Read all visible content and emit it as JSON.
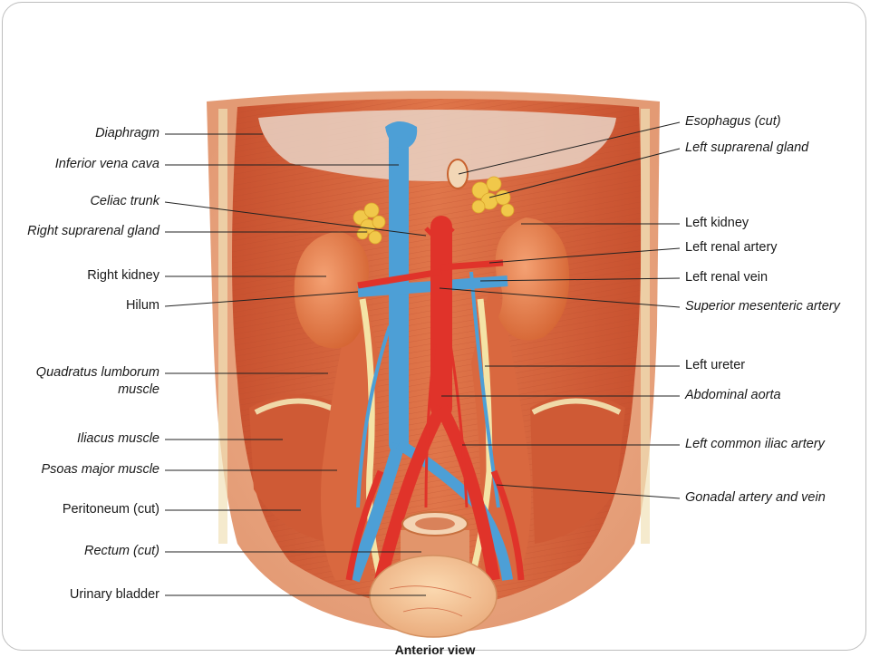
{
  "labels_left": [
    {
      "text": "Diaphragm",
      "italic": true
    },
    {
      "text": "Inferior vena cava",
      "italic": true
    },
    {
      "text": "Celiac trunk",
      "italic": true
    },
    {
      "text": "Right suprarenal gland",
      "italic": true
    },
    {
      "text": "Right kidney",
      "italic": false
    },
    {
      "text": "Hilum",
      "italic": false
    },
    {
      "text": "Quadratus lumborum",
      "italic": true
    },
    {
      "text": "muscle",
      "italic": true
    },
    {
      "text": "Iliacus muscle",
      "italic": true
    },
    {
      "text": "Psoas major muscle",
      "italic": true
    },
    {
      "text": "Peritoneum (cut)",
      "italic": false
    },
    {
      "text": "Rectum (cut)",
      "italic": true
    },
    {
      "text": "Urinary bladder",
      "italic": false
    }
  ],
  "labels_right": [
    {
      "text": "Esophagus (cut)",
      "italic": true
    },
    {
      "text": "Left suprarenal gland",
      "italic": true
    },
    {
      "text": "Left kidney",
      "italic": false
    },
    {
      "text": "Left renal artery",
      "italic": false
    },
    {
      "text": "Left renal vein",
      "italic": false
    },
    {
      "text": "Superior mesenteric artery",
      "italic": true
    },
    {
      "text": "Left ureter",
      "italic": false
    },
    {
      "text": "Abdominal aorta",
      "italic": true
    },
    {
      "text": "Left common iliac artery",
      "italic": true
    },
    {
      "text": "Gonadal artery and vein",
      "italic": true
    }
  ],
  "caption": "Anterior view",
  "colors": {
    "muscle": "#d9683f",
    "muscle_dark": "#b8472a",
    "skin": "#e9a27f",
    "vein": "#4d9fd6",
    "artery": "#e0332a",
    "gland": "#f1c84a",
    "kidney": "#e27a48",
    "ureter": "#f4e3a6",
    "leader": "#222222"
  }
}
